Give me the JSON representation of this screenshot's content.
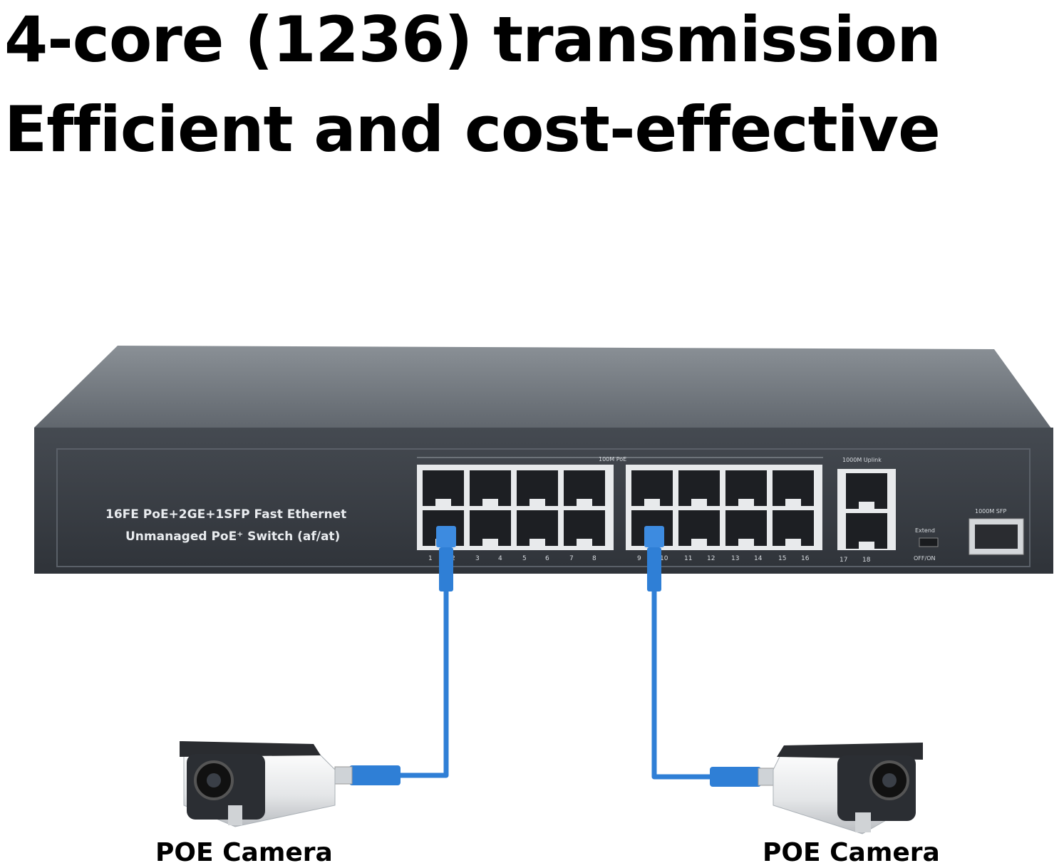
{
  "headline": {
    "line1": "4-core (1236) transmission",
    "line2": "Efficient and cost-effective"
  },
  "switch": {
    "model_line1": "16FE PoE+2GE+1SFP Fast Ethernet",
    "model_line2": "Unmanaged PoE⁺ Switch (af/at)",
    "poe_group_label": "100M PoE",
    "uplink_label": "1000M Uplink",
    "sfp_label": "1000M SFP",
    "extend_label": "Extend",
    "onoff_label": "OFF/ON",
    "port_numbers": [
      "1",
      "2",
      "3",
      "4",
      "5",
      "6",
      "7",
      "8",
      "9",
      "10",
      "11",
      "12",
      "13",
      "14",
      "15",
      "16",
      "17",
      "18"
    ]
  },
  "cameras": {
    "left_label": "POE Camera",
    "right_label": "POE Camera"
  },
  "colors": {
    "cable": "#2f7fd6",
    "switch_body": "#3d4249",
    "switch_top": "#6e747b"
  }
}
